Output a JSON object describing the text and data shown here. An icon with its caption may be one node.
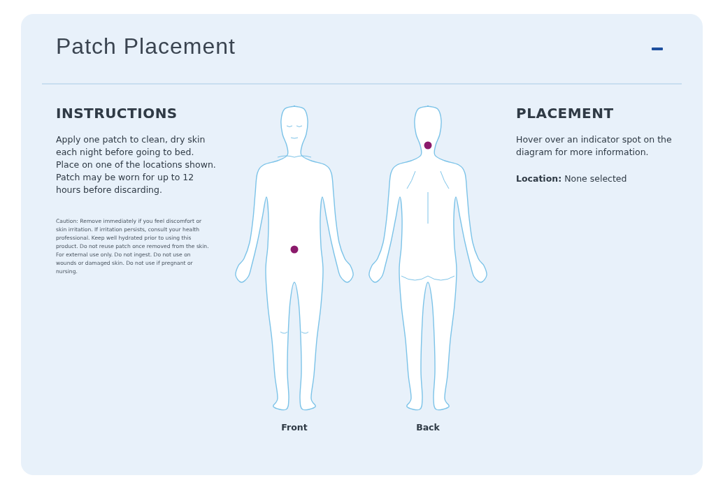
{
  "diagram": {
    "title": "Patch Placement",
    "labels": [
      "INSTRUCTIONS",
      "Apply one patch to clean, dry skin each night before going to bed. Place on one of the locations shown. Patch may be worn for up to 12 hours before discarding.",
      "Caution: Remove immediately if you feel discomfort or skin irritation. If irritation persists, consult your health professional. Keep well hydrated prior to using this product. Do not reuse patch once removed from the skin. For external use only. Do not ingest. Do not use on wounds or damaged skin. Do not use if pregnant or nursing.",
      "Front",
      "Back",
      "PLACEMENT",
      "Hover over an indicator spot on the diagram for more information.",
      "**Location:** None selected"
    ]
  }
}
